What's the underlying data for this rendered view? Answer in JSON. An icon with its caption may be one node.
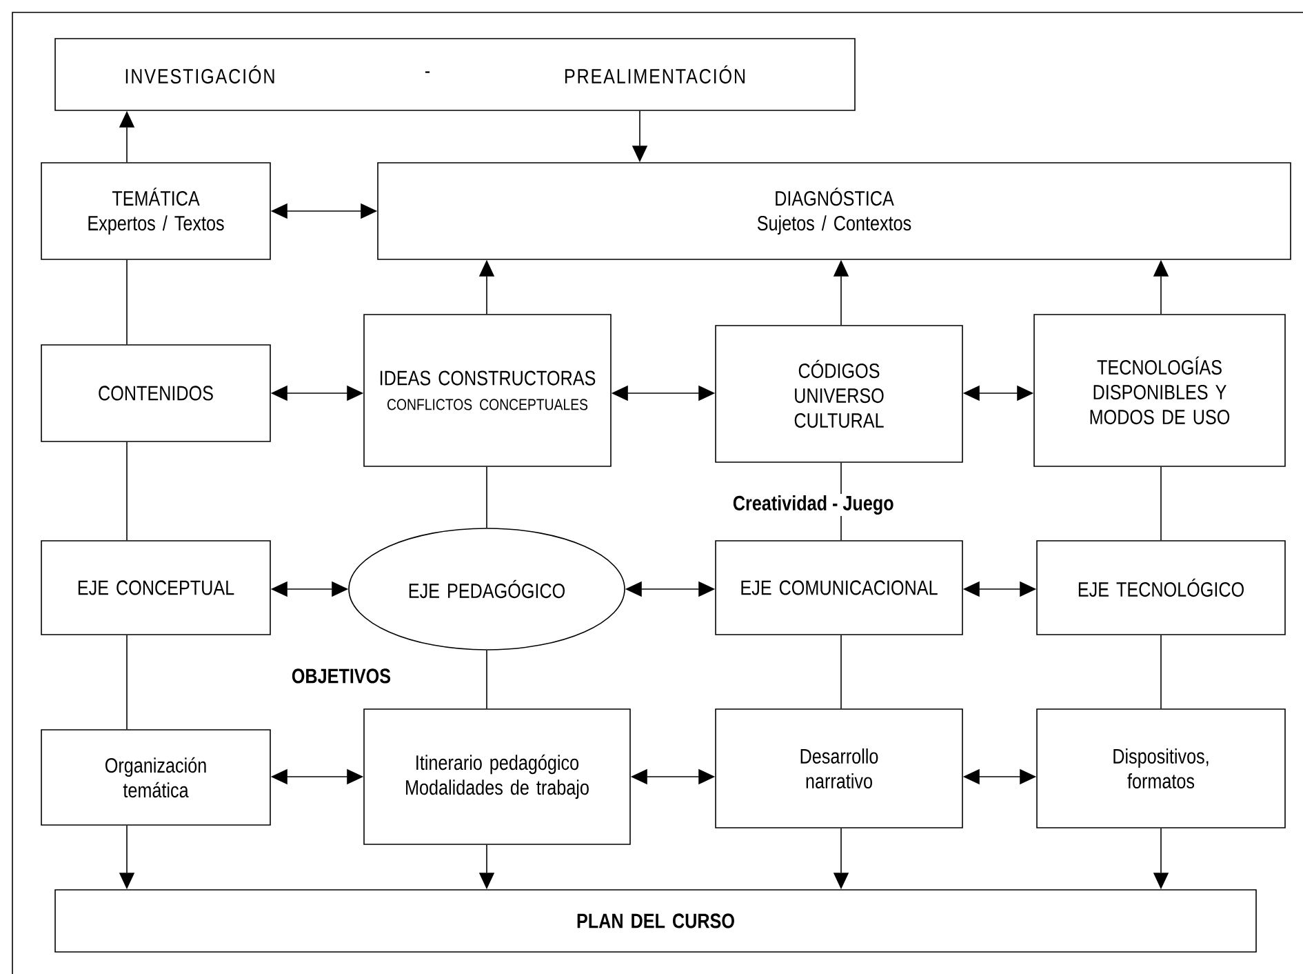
{
  "diagram": {
    "nodes": [
      {
        "text": [
          "INVESTIGACIÓN",
          "-",
          "PREALIMENTACIÓN"
        ]
      },
      {
        "text": [
          "TEMÁTICA",
          "Expertos / Textos"
        ]
      },
      {
        "text": [
          "DIAGNÓSTICA",
          "Sujetos / Contextos"
        ]
      },
      {
        "text": [
          "CONTENIDOS"
        ]
      },
      {
        "text": [
          "IDEAS CONSTRUCTORAS",
          "CONFLICTOS CONCEPTUALES"
        ]
      },
      {
        "text": [
          "CÓDIGOS UNIVERSO CULTURAL"
        ]
      },
      {
        "text": [
          "TECNOLOGÍAS DISPONIBLES Y MODOS DE USO"
        ]
      },
      {
        "text": [
          "EJE CONCEPTUAL"
        ]
      },
      {
        "text": [
          "EJE PEDAGÓGICO"
        ]
      },
      {
        "text": [
          "EJE COMUNICACIONAL"
        ]
      },
      {
        "text": [
          "EJE TECNOLÓGICO"
        ]
      },
      {
        "text": [
          "Organización temática"
        ]
      },
      {
        "text": [
          "Itinerario pedagógico Modalidades de trabajo"
        ]
      },
      {
        "text": [
          "Desarrollo narrativo"
        ]
      },
      {
        "text": [
          "Dispositivos, formatos"
        ]
      },
      {
        "text": [
          "PLAN DEL CURSO"
        ]
      }
    ],
    "edges": [
      {
        "from": 1,
        "to": 0,
        "arrow": "to"
      },
      {
        "from": 0,
        "to": 2,
        "arrow": "to"
      },
      {
        "from": 1,
        "to": 2,
        "arrow": "both"
      },
      {
        "from": 1,
        "to": 3,
        "arrow": "none"
      },
      {
        "from": 4,
        "to": 2,
        "arrow": "to"
      },
      {
        "from": 5,
        "to": 2,
        "arrow": "to"
      },
      {
        "from": 6,
        "to": 2,
        "arrow": "to"
      },
      {
        "from": 3,
        "to": 4,
        "arrow": "both"
      },
      {
        "from": 4,
        "to": 5,
        "arrow": "both"
      },
      {
        "from": 5,
        "to": 6,
        "arrow": "both"
      },
      {
        "from": 3,
        "to": 7,
        "arrow": "none"
      },
      {
        "from": 4,
        "to": 8,
        "arrow": "none"
      },
      {
        "from": 5,
        "to": 9,
        "arrow": "none"
      },
      {
        "from": 6,
        "to": 10,
        "arrow": "none"
      },
      {
        "from": 7,
        "to": 8,
        "arrow": "both"
      },
      {
        "from": 8,
        "to": 9,
        "arrow": "both"
      },
      {
        "from": 9,
        "to": 10,
        "arrow": "both"
      },
      {
        "from": 7,
        "to": 11,
        "arrow": "none"
      },
      {
        "from": 8,
        "to": 12,
        "arrow": "none"
      },
      {
        "from": 9,
        "to": 13,
        "arrow": "none"
      },
      {
        "from": 10,
        "to": 14,
        "arrow": "none"
      },
      {
        "from": 11,
        "to": 12,
        "arrow": "both"
      },
      {
        "from": 12,
        "to": 13,
        "arrow": "both"
      },
      {
        "from": 13,
        "to": 14,
        "arrow": "both"
      },
      {
        "from": 11,
        "to": 15,
        "arrow": "to"
      },
      {
        "from": 12,
        "to": 15,
        "arrow": "to"
      },
      {
        "from": 13,
        "to": 15,
        "arrow": "to"
      },
      {
        "from": 14,
        "to": 15,
        "arrow": "to"
      }
    ],
    "labels": [
      "Creatividad - Juego",
      "OBJETIVOS"
    ]
  }
}
